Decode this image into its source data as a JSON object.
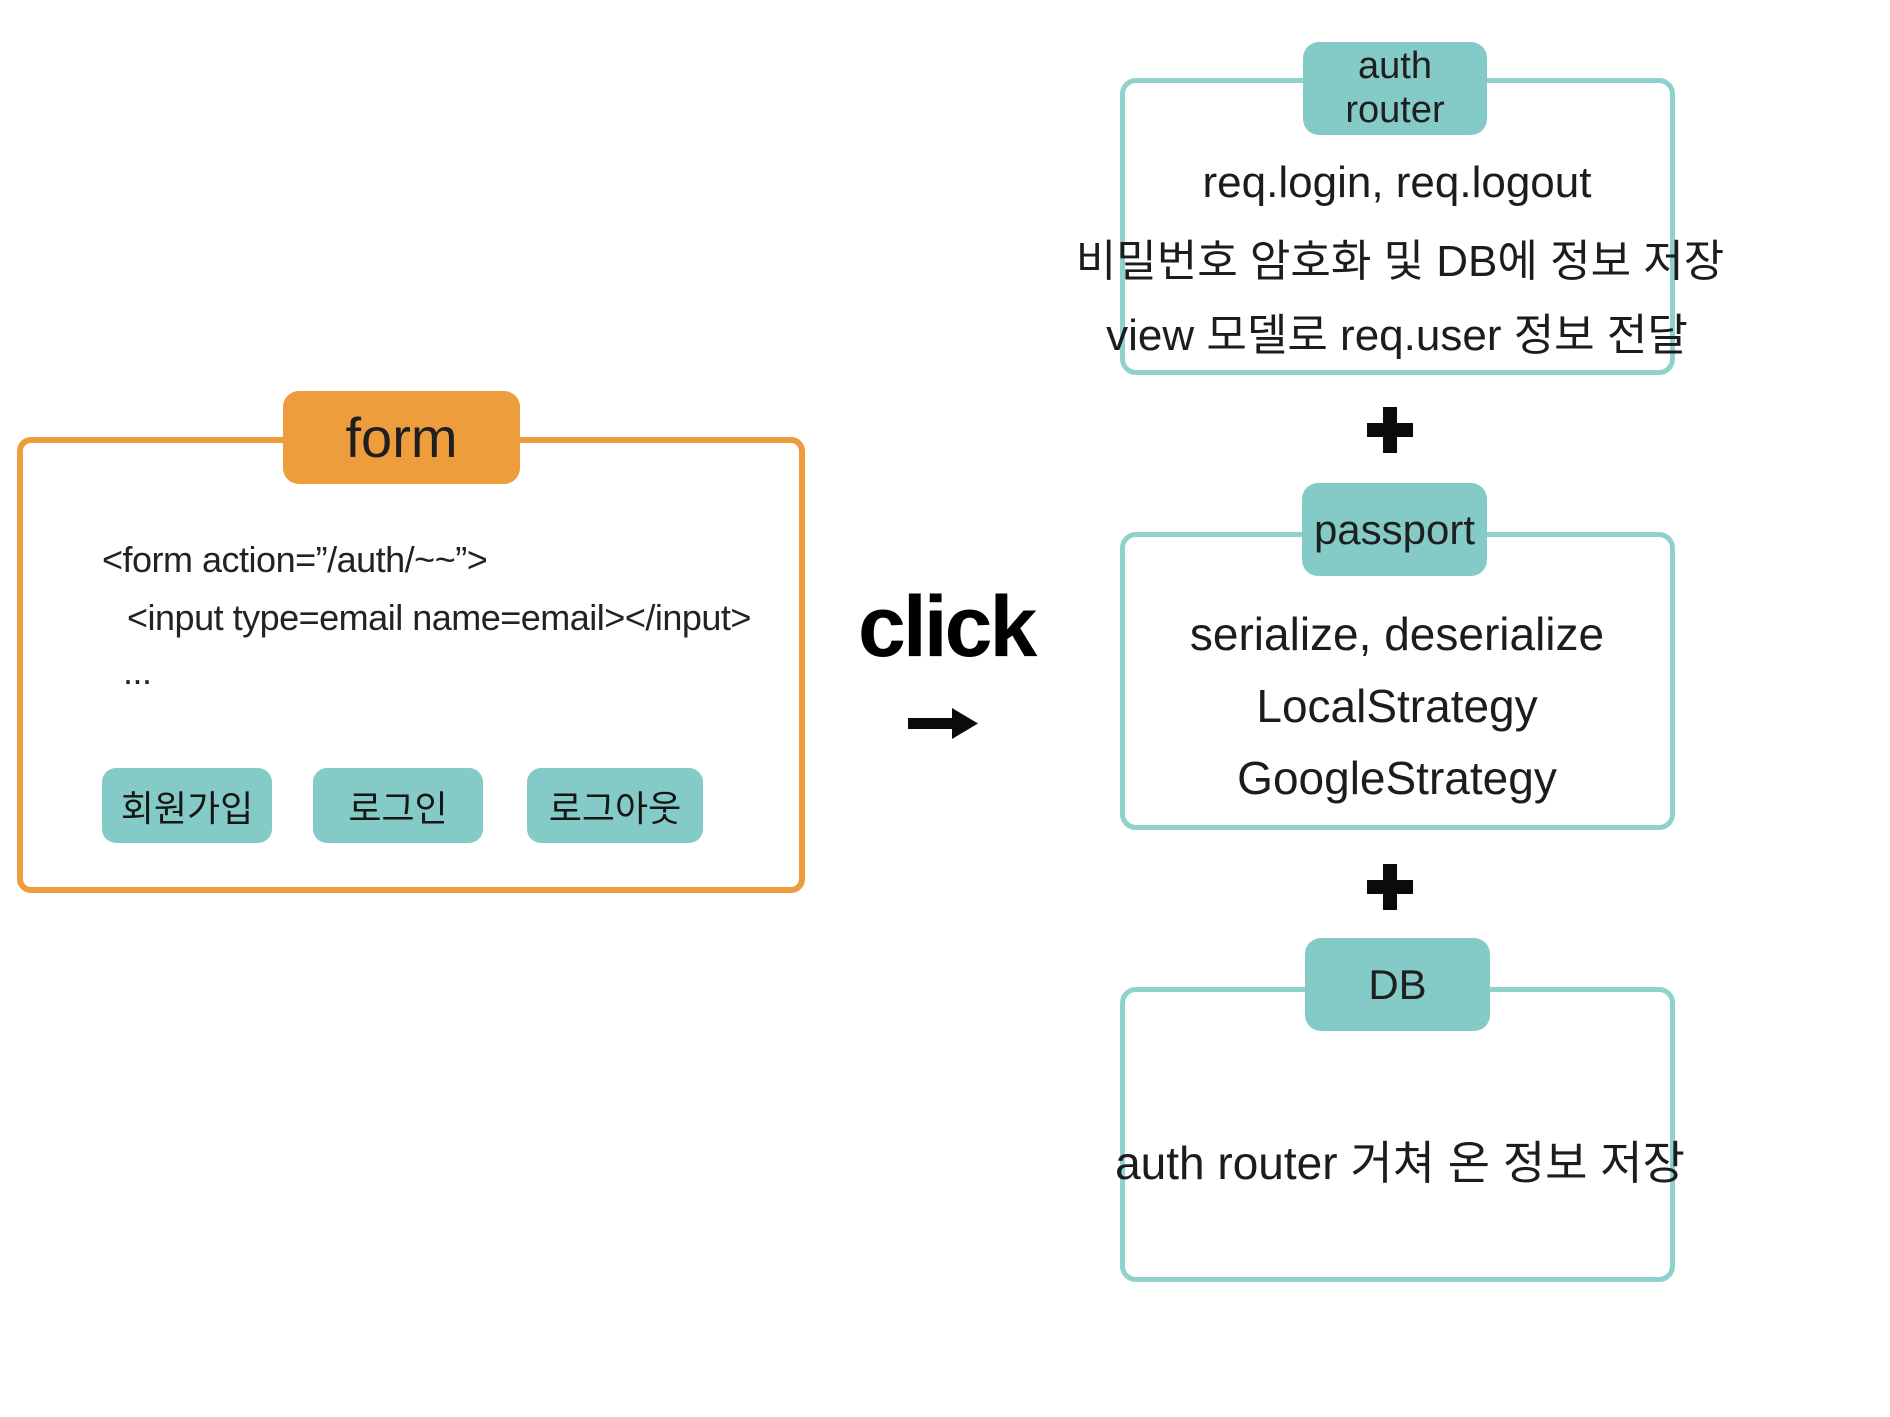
{
  "colors": {
    "teal_fill": "#84cbc7",
    "teal_border": "#8fd1cc",
    "orange": "#ee9d3c",
    "text": "#1c1c1c"
  },
  "form_box": {
    "title": "form",
    "code_line_1": "<form action=”/auth/~~”>",
    "code_line_2": "<input type=email name=email></input>",
    "code_line_3": "...",
    "buttons": [
      {
        "label": "회원가입"
      },
      {
        "label": "로그인"
      },
      {
        "label": "로그아웃"
      }
    ]
  },
  "click_arrow": {
    "label": "click"
  },
  "plus_separator": "+",
  "auth_router_box": {
    "title_line_1": "auth",
    "title_line_2": "router",
    "line_1": "req.login, req.logout",
    "line_2": "비밀번호 암호화 및 DB에 정보 저장",
    "line_3": "view 모델로 req.user 정보 전달"
  },
  "passport_box": {
    "title": "passport",
    "line_1": "serialize, deserialize",
    "line_2": "LocalStrategy",
    "line_3": "GoogleStrategy"
  },
  "db_box": {
    "title": "DB",
    "line_1": "auth router 거쳐 온 정보 저장"
  }
}
